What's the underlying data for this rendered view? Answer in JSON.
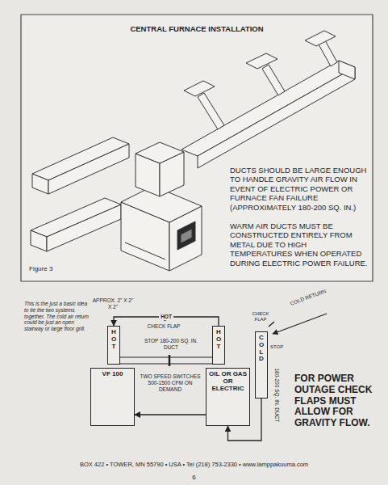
{
  "diagram": {
    "title": "CENTRAL FURNACE INSTALLATION",
    "nodes": [
      {
        "text": [
          "VF 100"
        ]
      },
      {
        "text": [
          "HOT"
        ]
      },
      {
        "text": [
          "OIL OR GAS OR ELECTRIC"
        ]
      },
      {
        "text": [
          "HOT"
        ]
      },
      {
        "text": [
          "COLD"
        ]
      }
    ],
    "edges": [
      {
        "from": 3,
        "to": 1,
        "arrow": "to",
        "label": "HOT"
      },
      {
        "from": 4,
        "to": 2,
        "arrow": "to"
      },
      {
        "from": 2,
        "to": 0,
        "arrow": "to"
      }
    ],
    "labels": [
      "DUCTS SHOULD BE LARGE ENOUGH TO HANDLE GRAVITY AIR FLOW IN EVENT OF ELECTRIC POWER OR FURNACE FAN FAILURE (APPROXIMATELY 180-200 SQ. IN.)",
      "WARM AIR DUCTS MUST BE CONSTRUCTED ENTIRELY FROM METAL DUE TO HIGH TEMPERATURES WHEN OPERATED DURING ELECTRIC POWER FAILURE.",
      "Figure 3",
      "This is the just a basic idea to tie the two systems together. The cold air return could be just an open stairway or large floor grill.",
      "APPROX. 2\" X 2\" X 2\"",
      "CHECK FLAP",
      "STOP 180-200 SQ. IN. DUCT",
      "TWO SPEED SWITCHES 500-1500 CFM ON DEMAND",
      "CHECK FLAP",
      "COLD RETURN",
      "STOP",
      "180-200 SQ. IN. DUCT",
      "FOR POWER OUTAGE CHECK FLAPS MUST ALLOW FOR GRAVITY FLOW.",
      "BOX 422 • TOWER, MN 55790 • USA • Tel (218) 753-2330 • www.lamppakuuma.com",
      "6"
    ]
  }
}
